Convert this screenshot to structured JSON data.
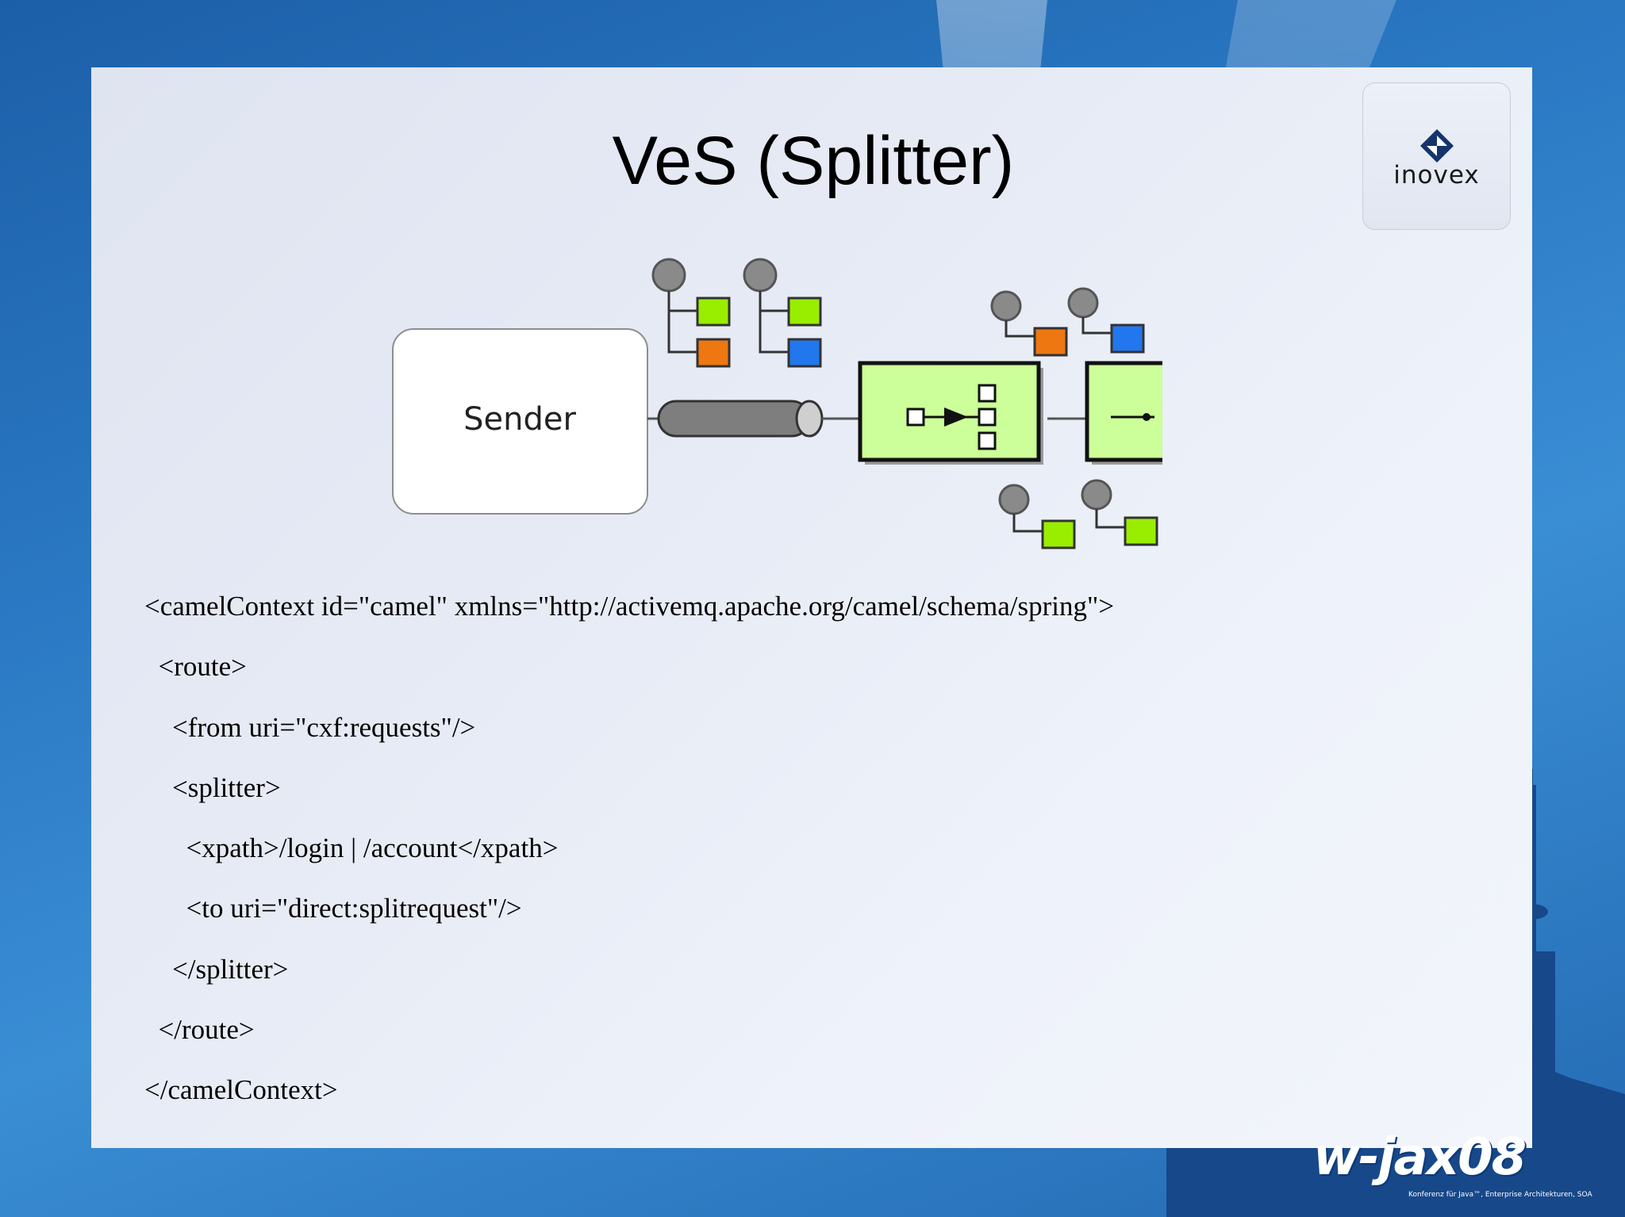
{
  "slide": {
    "title": "VeS (Splitter)"
  },
  "logo": {
    "name": "inovex"
  },
  "diagram": {
    "sender_label": "Sender"
  },
  "code": {
    "lines": [
      "<camelContext id=\"camel\" xmlns=\"http://activemq.apache.org/camel/schema/spring\">",
      "  <route>",
      "    <from uri=\"cxf:requests\"/>",
      "    <splitter>",
      "      <xpath>/login | /account</xpath>",
      "      <to uri=\"direct:splitrequest\"/>",
      "    </splitter>",
      "  </route>",
      "</camelContext>"
    ]
  },
  "branding": {
    "conference_logo": "w-jax08",
    "tagline": "Konferenz für Java™, Enterprise Architekturen, SOA"
  },
  "colors": {
    "background": "#2b79c4",
    "panel": "#e7ebf5",
    "splitter_fill": "#ccff99",
    "msg_green": "#99ee00",
    "msg_orange": "#ee7711",
    "msg_blue": "#2277ee"
  }
}
